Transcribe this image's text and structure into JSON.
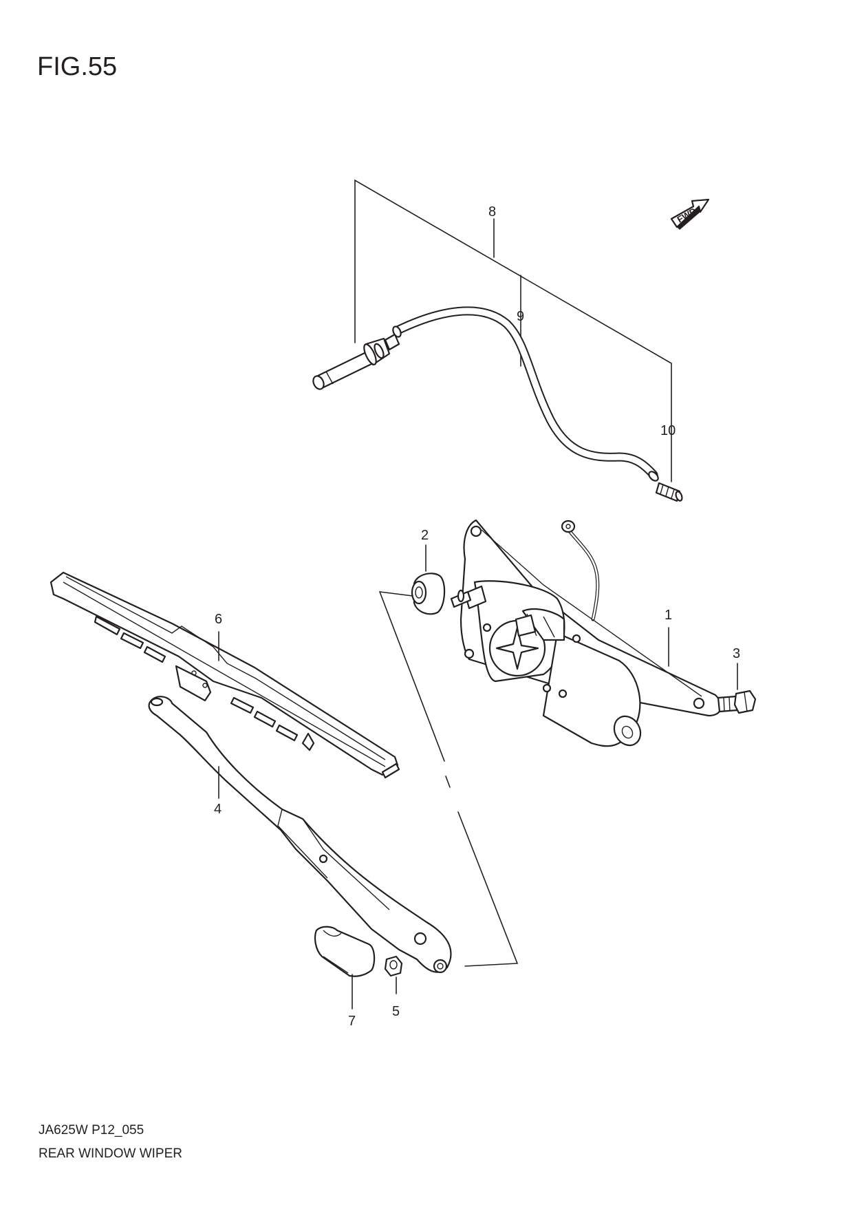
{
  "figure": {
    "title": "FIG.55"
  },
  "footer": {
    "code": "JA625W P12_055",
    "name": "REAR WINDOW WIPER"
  },
  "orientation": {
    "label": "FWD",
    "icon": "fwd-arrow-icon"
  },
  "callouts": [
    {
      "number": "1",
      "part": "wiper-motor-assembly"
    },
    {
      "number": "2",
      "part": "cap"
    },
    {
      "number": "3",
      "part": "bolt"
    },
    {
      "number": "4",
      "part": "wiper-arm"
    },
    {
      "number": "5",
      "part": "nut"
    },
    {
      "number": "6",
      "part": "wiper-blade"
    },
    {
      "number": "7",
      "part": "cover"
    },
    {
      "number": "8",
      "part": "washer-hose-set"
    },
    {
      "number": "9",
      "part": "washer-hose"
    },
    {
      "number": "10",
      "part": "hose-joint"
    }
  ]
}
